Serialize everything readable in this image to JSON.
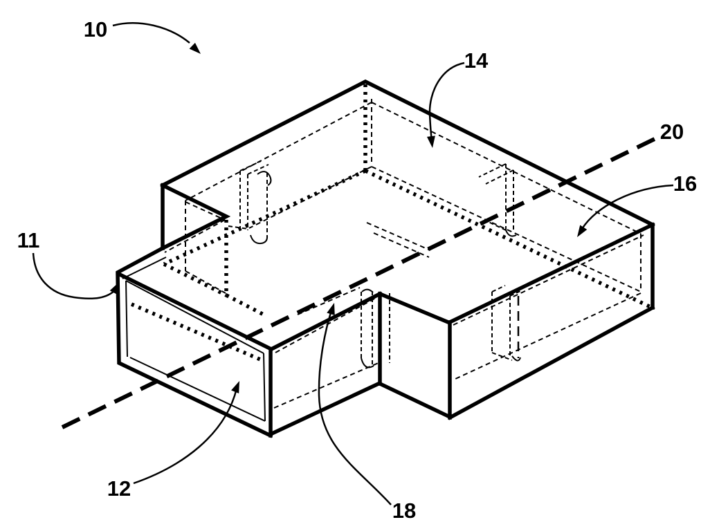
{
  "figure": {
    "background_color": "#ffffff",
    "ink_color": "#000000",
    "kind": "isometric patent line drawing of a stepped rectangular housing with hidden-line features and a section axis",
    "labels": [
      {
        "text": "10"
      },
      {
        "text": "11"
      },
      {
        "text": "12"
      },
      {
        "text": "14"
      },
      {
        "text": "16"
      },
      {
        "text": "18"
      },
      {
        "text": "20"
      }
    ]
  }
}
